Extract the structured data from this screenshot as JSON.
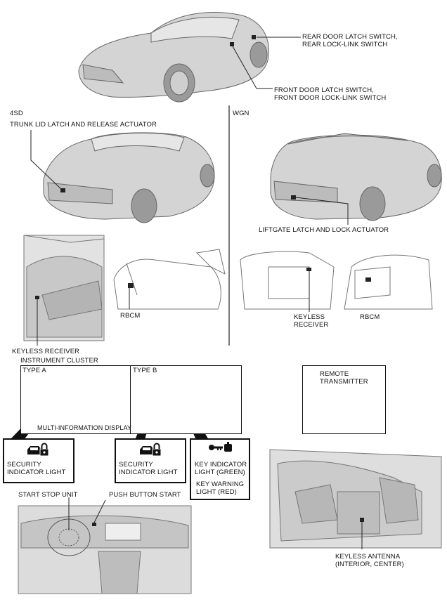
{
  "labels": {
    "rear_door": "REAR DOOR LATCH SWITCH,\nREAR LOCK-LINK SWITCH",
    "front_door": "FRONT DOOR LATCH SWITCH,\nFRONT DOOR LOCK-LINK SWITCH",
    "sd4": "4SD",
    "wgn": "WGN",
    "trunk": "TRUNK LID LATCH AND RELEASE ACTUATOR",
    "liftgate": "LIFTGATE LATCH AND LOCK ACTUATOR",
    "rbcm_left": "RBCM",
    "keyless_receiver_right": "KEYLESS\nRECEIVER",
    "rbcm_right": "RBCM",
    "keyless_receiver_left": "KEYLESS RECEIVER",
    "instrument_cluster": "INSTRUMENT CLUSTER",
    "type_a": "TYPE A",
    "type_b": "TYPE B",
    "multi_info": "MULTI-INFORMATION DISPLAY",
    "security_a": "SECURITY\nINDICATOR LIGHT",
    "security_b": "SECURITY\nINDICATOR LIGHT",
    "key_indicator": "KEY INDICATOR\nLIGHT (GREEN)",
    "key_warning": "KEY WARNING\nLIGHT (RED)",
    "remote": "REMOTE\nTRANSMITTER",
    "start_stop": "START STOP UNIT",
    "push_button": "PUSH BUTTON START",
    "keyless_antenna": "KEYLESS ANTENNA\n(INTERIOR, CENTER)"
  }
}
